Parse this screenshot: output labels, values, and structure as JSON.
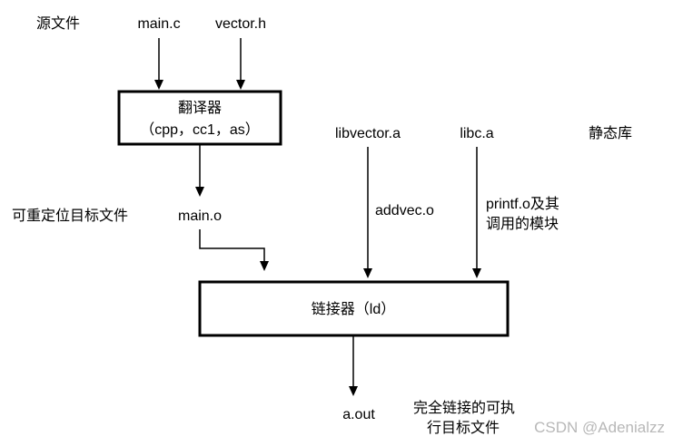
{
  "labels": {
    "source_files": "源文件",
    "main_c": "main.c",
    "vector_h": "vector.h",
    "translator_title": "翻译器",
    "translator_sub": "（cpp，cc1，as）",
    "relocatable": "可重定位目标文件",
    "main_o": "main.o",
    "libvector": "libvector.a",
    "libc": "libc.a",
    "static_libs": "静态库",
    "addvec_o": "addvec.o",
    "printf_line1": "printf.o及其",
    "printf_line2": "调用的模块",
    "linker": "链接器（ld）",
    "a_out": "a.out",
    "executable_line1": "完全链接的可执",
    "executable_line2": "行目标文件"
  },
  "watermark": "CSDN @Adenialzz"
}
